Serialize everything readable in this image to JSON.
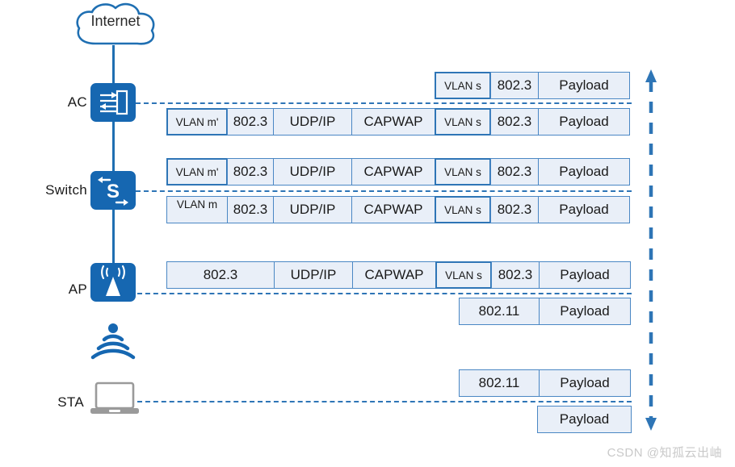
{
  "diagram": {
    "title": "CAPWAP tunnel forwarding packet encapsulation",
    "colors": {
      "device_blue": "#1667b1",
      "line_blue": "#2e75b6",
      "segment_fill": "#e9eff8",
      "segment_border": "#4a87c4",
      "inner_border": "#2e75b6",
      "watermark": "#c9c9c9"
    }
  },
  "cloud": {
    "label": "Internet",
    "icon": "cloud-icon"
  },
  "devices": [
    {
      "label": "AC",
      "icon": "ac-controller-icon"
    },
    {
      "label": "Switch",
      "icon": "switch-icon"
    },
    {
      "label": "AP",
      "icon": "access-point-icon"
    },
    {
      "label": "STA",
      "icon": "laptop-icon"
    }
  ],
  "wifi_signal": {
    "icon": "wifi-signal-icon"
  },
  "arrow": {
    "icon": "double-headed-vertical-arrow-icon",
    "direction": "both"
  },
  "packet_rows": [
    {
      "id": "row-ac-upstream",
      "segments": [
        {
          "text": "VLAN s",
          "style": "inner",
          "width": 70
        },
        {
          "text": "802.3",
          "style": "plain",
          "width": 60
        },
        {
          "text": "Payload",
          "style": "plain",
          "width": 114
        }
      ]
    },
    {
      "id": "row-ac-capwap",
      "segments": [
        {
          "text": "VLAN m'",
          "style": "inner",
          "width": 76
        },
        {
          "text": "802.3",
          "style": "plain",
          "width": 58
        },
        {
          "text": "UDP/IP",
          "style": "plain",
          "width": 98
        },
        {
          "text": "CAPWAP",
          "style": "plain",
          "width": 104
        },
        {
          "text": "VLAN s",
          "style": "inner",
          "width": 70
        },
        {
          "text": "802.3",
          "style": "plain",
          "width": 60
        },
        {
          "text": "Payload",
          "style": "plain",
          "width": 114
        }
      ]
    },
    {
      "id": "row-switch-in",
      "segments": [
        {
          "text": "VLAN m'",
          "style": "inner",
          "width": 76
        },
        {
          "text": "802.3",
          "style": "plain",
          "width": 58
        },
        {
          "text": "UDP/IP",
          "style": "plain",
          "width": 98
        },
        {
          "text": "CAPWAP",
          "style": "plain",
          "width": 104
        },
        {
          "text": "VLAN s",
          "style": "inner",
          "width": 70
        },
        {
          "text": "802.3",
          "style": "plain",
          "width": 60
        },
        {
          "text": "Payload",
          "style": "plain",
          "width": 114
        }
      ]
    },
    {
      "id": "row-switch-out",
      "segments": [
        {
          "text": "VLAN m",
          "style": "overflow",
          "width": 76
        },
        {
          "text": "802.3",
          "style": "plain",
          "width": 58
        },
        {
          "text": "UDP/IP",
          "style": "plain",
          "width": 98
        },
        {
          "text": "CAPWAP",
          "style": "plain",
          "width": 104
        },
        {
          "text": "VLAN s",
          "style": "inner",
          "width": 70
        },
        {
          "text": "802.3",
          "style": "plain",
          "width": 60
        },
        {
          "text": "Payload",
          "style": "plain",
          "width": 114
        }
      ]
    },
    {
      "id": "row-ap-capwap",
      "segments": [
        {
          "text": "802.3",
          "style": "plain",
          "width": 134
        },
        {
          "text": "UDP/IP",
          "style": "plain",
          "width": 98
        },
        {
          "text": "CAPWAP",
          "style": "plain",
          "width": 104
        },
        {
          "text": "VLAN s",
          "style": "inner",
          "width": 70
        },
        {
          "text": "802.3",
          "style": "plain",
          "width": 60
        },
        {
          "text": "Payload",
          "style": "plain",
          "width": 114
        }
      ]
    },
    {
      "id": "row-ap-wireless",
      "segments": [
        {
          "text": "802.11",
          "style": "plain",
          "width": 100
        },
        {
          "text": "Payload",
          "style": "plain",
          "width": 114
        }
      ]
    },
    {
      "id": "row-sta-wireless",
      "segments": [
        {
          "text": "802.11",
          "style": "plain",
          "width": 100
        },
        {
          "text": "Payload",
          "style": "plain",
          "width": 114
        }
      ]
    },
    {
      "id": "row-sta-payload",
      "segments": [
        {
          "text": "Payload",
          "style": "plain",
          "width": 117
        }
      ]
    }
  ],
  "watermark": {
    "text": "CSDN @知孤云出岫"
  }
}
